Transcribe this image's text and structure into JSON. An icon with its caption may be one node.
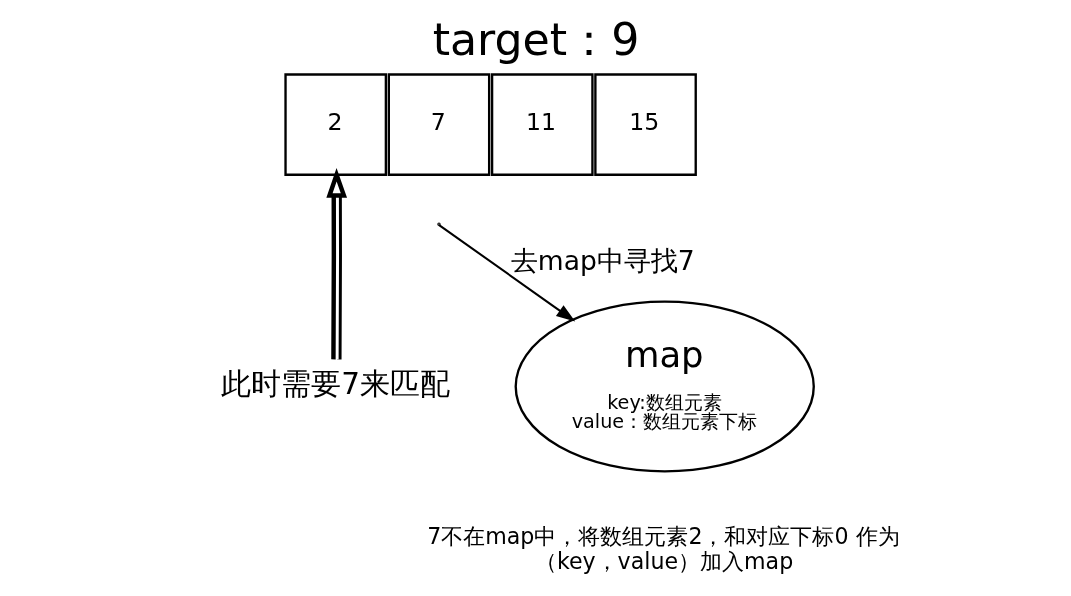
{
  "diagram": {
    "title": "target：9",
    "nodes": [
      {
        "text": [
          "2"
        ]
      },
      {
        "text": [
          "7"
        ]
      },
      {
        "text": [
          "11"
        ]
      },
      {
        "text": [
          "15"
        ]
      },
      {
        "text": [
          "map",
          "key:数组元素",
          "value：数组元素下标"
        ]
      },
      {
        "text": [
          "此时需要7来匹配"
        ]
      }
    ],
    "edges": [
      {
        "from": 5,
        "to": 0,
        "arrow": "to",
        "style": "thick"
      },
      {
        "from": null,
        "to": 4,
        "arrow": "to",
        "label": "去map中寻找7"
      }
    ],
    "labels": [
      "7不在map中，将数组元素2，和对应下标0 作为（key，value）加入map"
    ]
  }
}
